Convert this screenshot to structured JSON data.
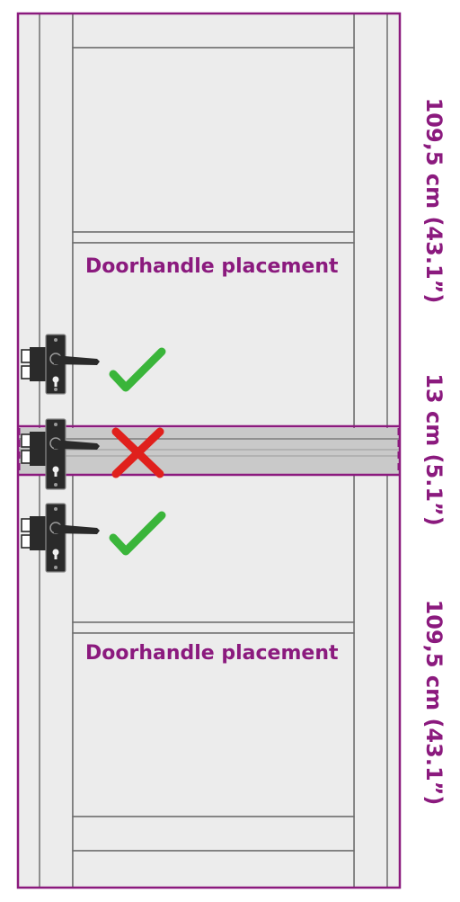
{
  "labels": {
    "upper_zone": "Doorhandle placement",
    "lower_zone": "Doorhandle placement"
  },
  "dimensions": {
    "upper": "109,5 cm (43.1”)",
    "middle": "13 cm (5.1”)",
    "lower": "109,5 cm (43.1”)"
  },
  "markers": {
    "upper_handle": "check",
    "middle_handle": "cross",
    "lower_handle": "check"
  },
  "colors": {
    "accent": "#8b1a7e",
    "check": "#3ab53a",
    "cross": "#e0201c",
    "door": "#ececec",
    "frame_line": "#6e6e6e",
    "excluded_band": "#c9c9c9",
    "handle": "#2a2a2a"
  }
}
